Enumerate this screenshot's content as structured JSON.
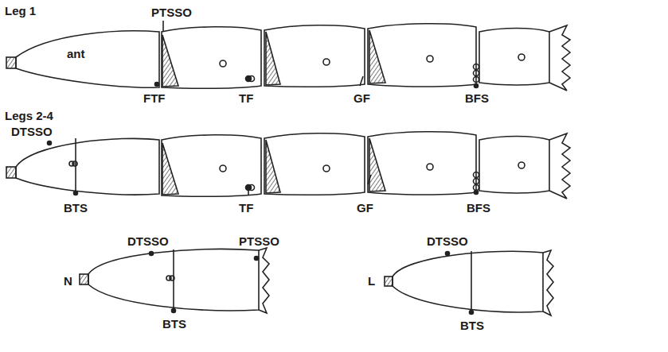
{
  "diagram": {
    "labels": [
      "Leg 1",
      "PTSSO",
      "ant",
      "FTF",
      "TF",
      "GF",
      "BFS",
      "Legs 2-4",
      "DTSSO",
      "BTS",
      "TF",
      "GF",
      "BFS",
      "N",
      "DTSSO",
      "PTSSO",
      "BTS",
      "L",
      "DTSSO",
      "BTS"
    ]
  }
}
